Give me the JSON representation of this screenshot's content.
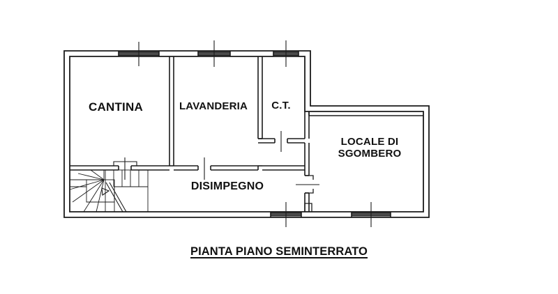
{
  "document": {
    "type": "architectural-floor-plan",
    "title": "PIANTA PIANO SEMINTERRATO",
    "language": "it",
    "background_color": "#ffffff",
    "line_color": "#1a1a1a",
    "text_color": "#111111"
  },
  "rooms": [
    {
      "id": "cantina",
      "label": "CANTINA"
    },
    {
      "id": "lavanderia",
      "label": "LAVANDERIA"
    },
    {
      "id": "ct",
      "label": "C.T."
    },
    {
      "id": "sgombero",
      "label": "LOCALE DI\nSGOMBERO",
      "line1": "LOCALE DI",
      "line2": "SGOMBERO"
    },
    {
      "id": "disimpegno",
      "label": "DISIMPEGNO"
    }
  ],
  "features": {
    "staircase": "winder-staircase",
    "windows_count": 5,
    "doors_count": 4
  }
}
